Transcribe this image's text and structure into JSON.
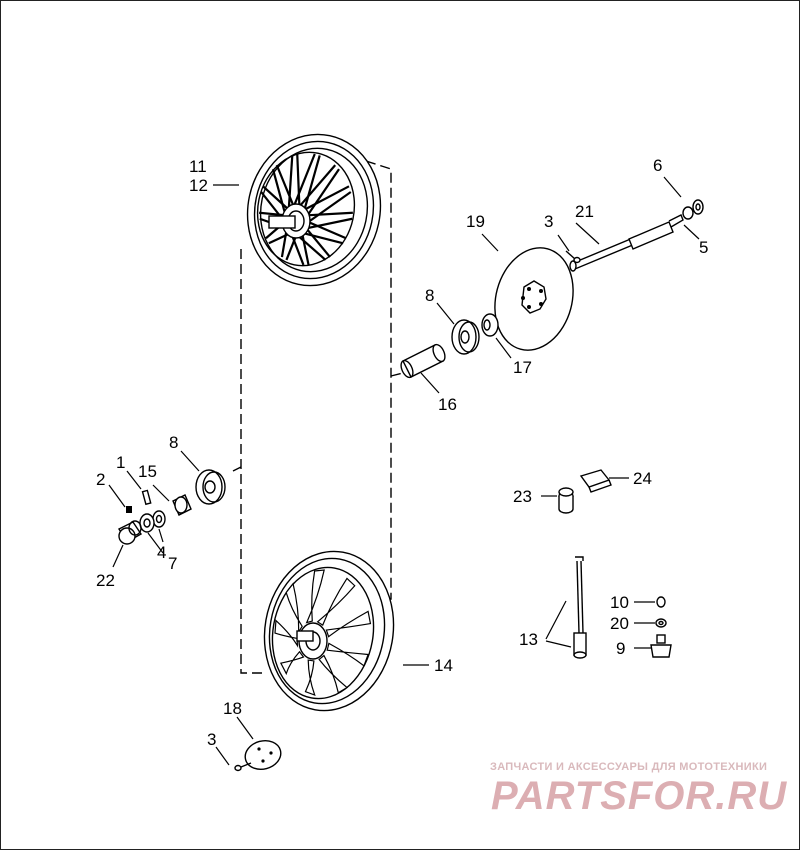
{
  "callouts": [
    {
      "id": "c11",
      "text": "11"
    },
    {
      "id": "c12",
      "text": "12"
    },
    {
      "id": "c19",
      "text": "19"
    },
    {
      "id": "c3a",
      "text": "3"
    },
    {
      "id": "c21",
      "text": "21"
    },
    {
      "id": "c6",
      "text": "6"
    },
    {
      "id": "c5",
      "text": "5"
    },
    {
      "id": "c8a",
      "text": "8"
    },
    {
      "id": "c17",
      "text": "17"
    },
    {
      "id": "c16",
      "text": "16"
    },
    {
      "id": "c8b",
      "text": "8"
    },
    {
      "id": "c1",
      "text": "1"
    },
    {
      "id": "c15",
      "text": "15"
    },
    {
      "id": "c2",
      "text": "2"
    },
    {
      "id": "c4",
      "text": "4"
    },
    {
      "id": "c7",
      "text": "7"
    },
    {
      "id": "c22",
      "text": "22"
    },
    {
      "id": "c24",
      "text": "24"
    },
    {
      "id": "c23",
      "text": "23"
    },
    {
      "id": "c10",
      "text": "10"
    },
    {
      "id": "c20",
      "text": "20"
    },
    {
      "id": "c9",
      "text": "9"
    },
    {
      "id": "c13",
      "text": "13"
    },
    {
      "id": "c14",
      "text": "14"
    },
    {
      "id": "c18",
      "text": "18"
    },
    {
      "id": "c3b",
      "text": "3"
    }
  ],
  "watermark": {
    "subtitle": "ЗАПЧАСТИ И АКСЕССУАРЫ ДЛЯ МОТОТЕХНИКИ",
    "logo": "PARTSFOR.RU",
    "color": "#dcaeb2"
  }
}
